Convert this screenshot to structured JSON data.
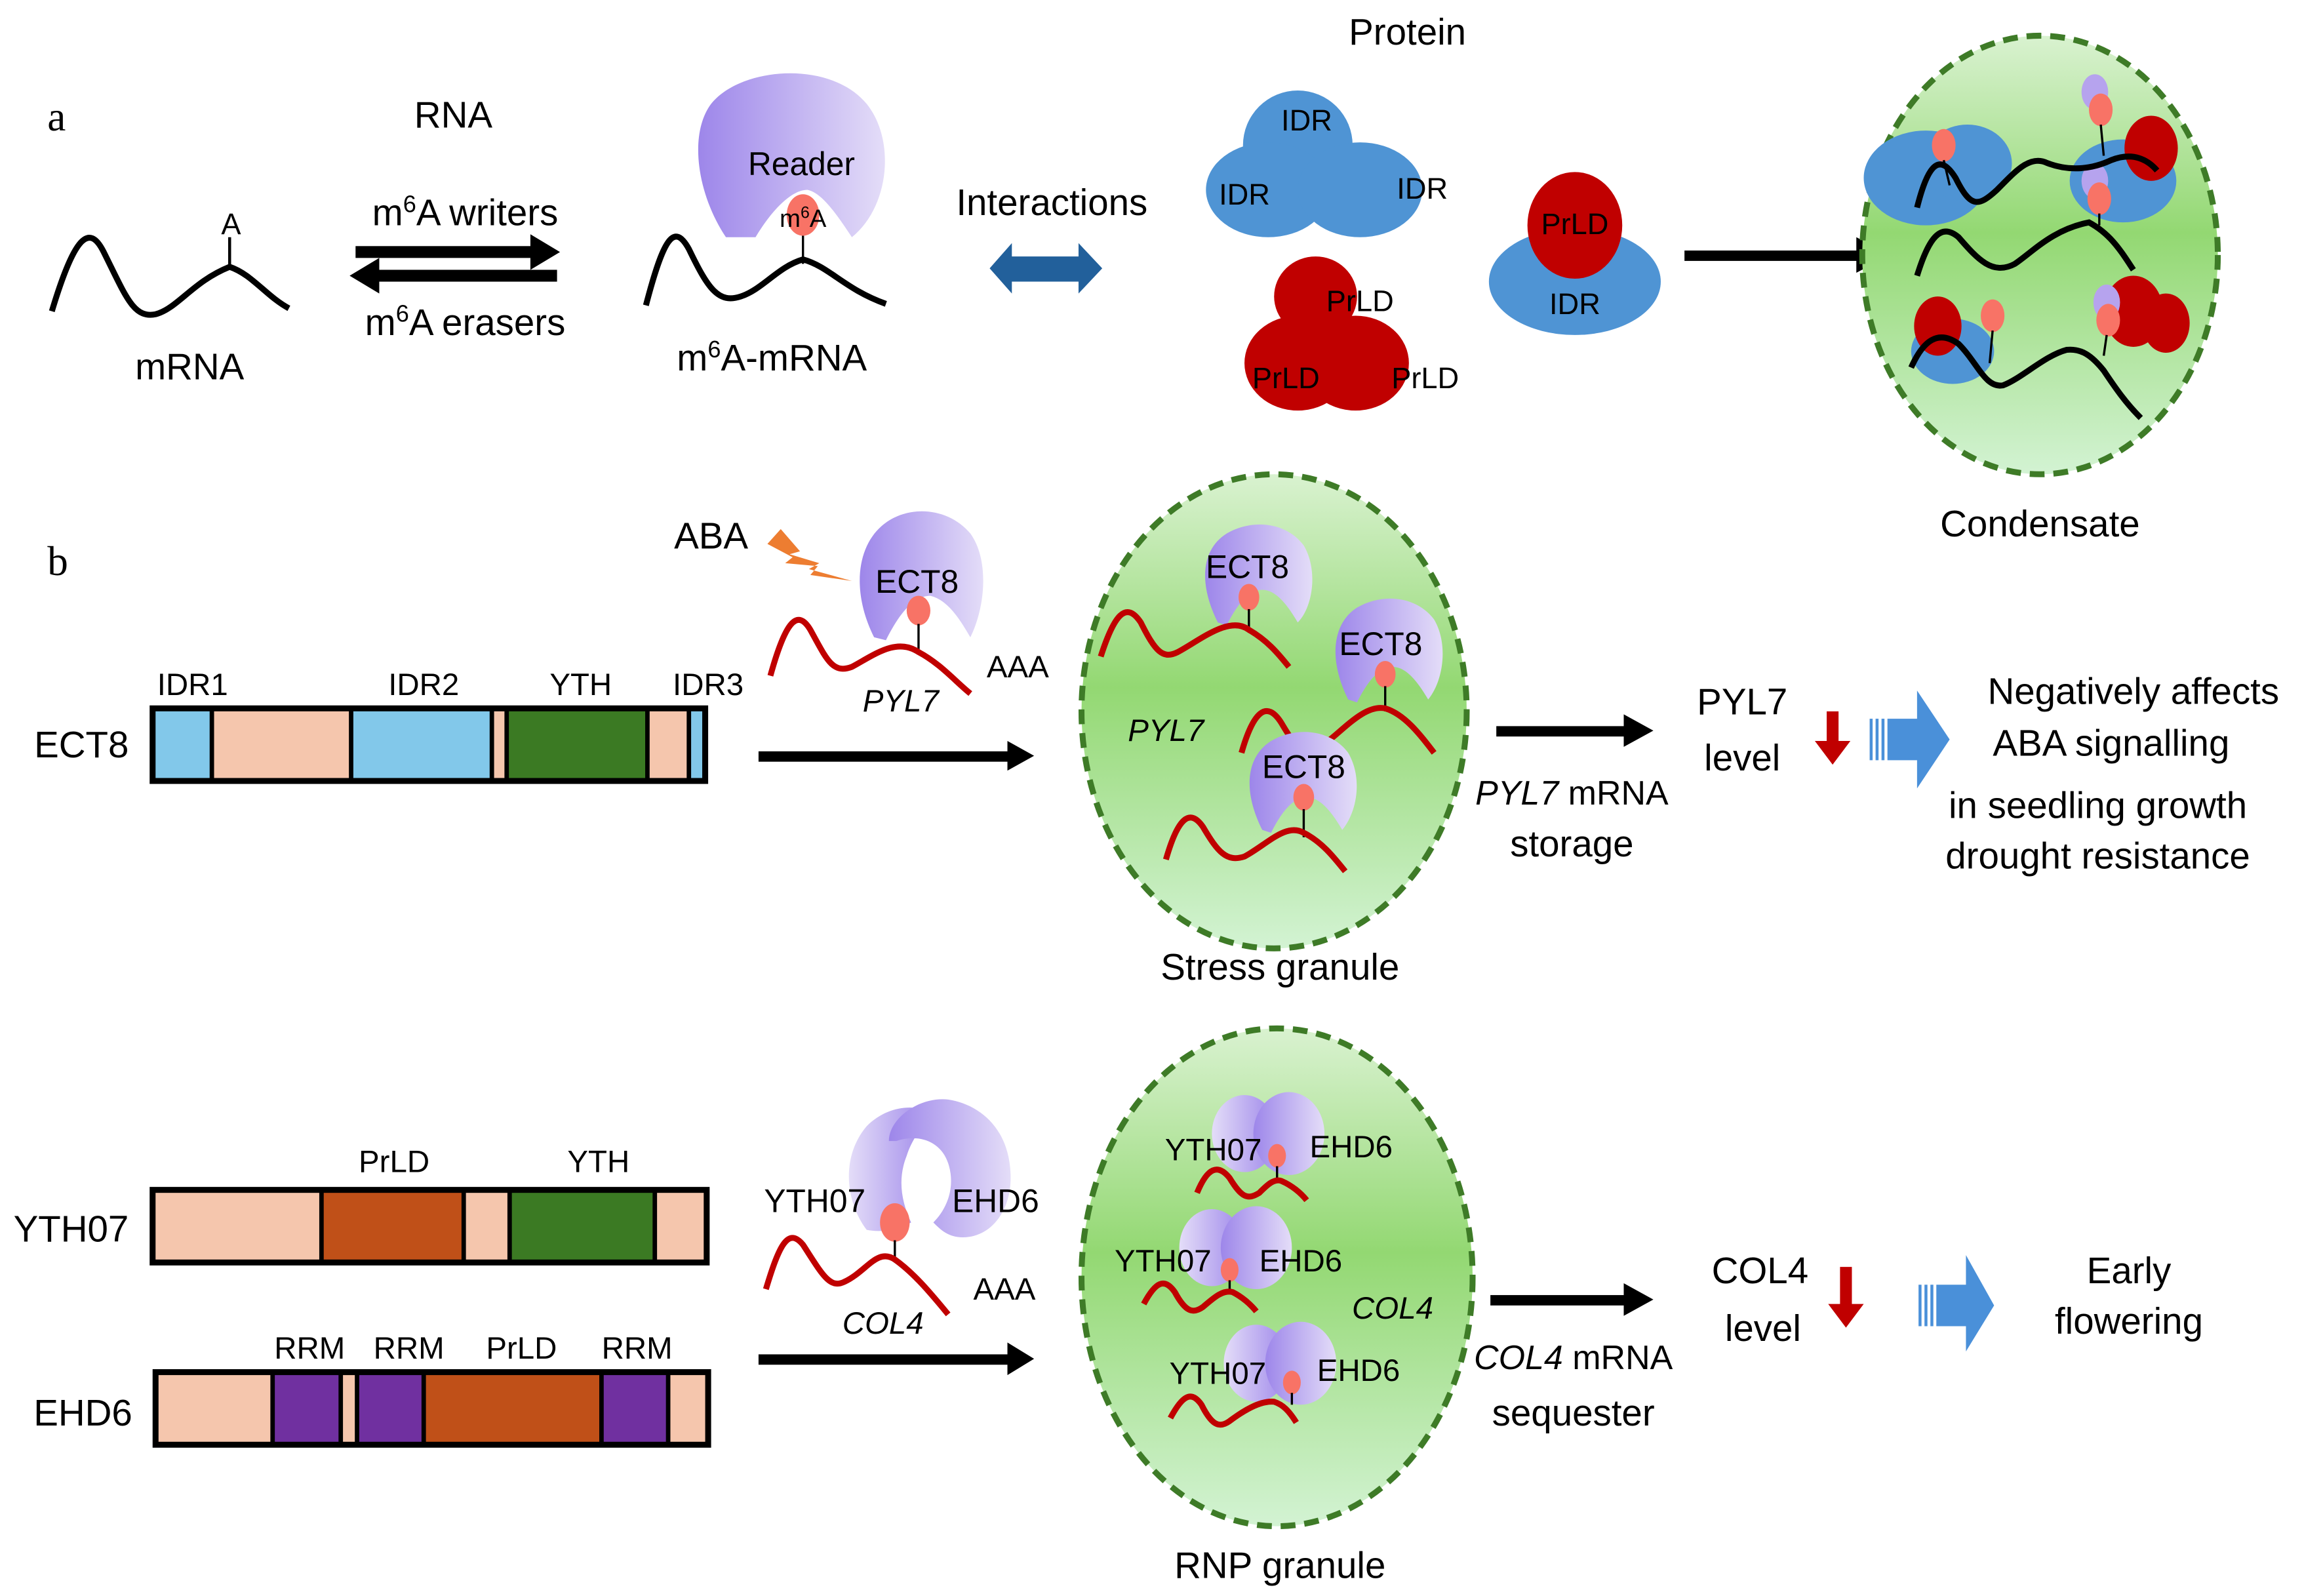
{
  "panel_a": {
    "label": "a",
    "rna_heading": "RNA",
    "protein_heading": "Protein",
    "mrna": {
      "site_label": "A",
      "caption": "mRNA"
    },
    "writers": {
      "prefix": "m",
      "sup": "6",
      "suffix": "A writers"
    },
    "erasers": {
      "prefix": "m",
      "sup": "6",
      "suffix": "A erasers"
    },
    "m6a_mrna": {
      "reader_label": "Reader",
      "mod_prefix": "m",
      "mod_sup": "6",
      "mod_suffix": "A",
      "caption_prefix": "m",
      "caption_sup": "6",
      "caption_suffix": "A-mRNA"
    },
    "interactions_label": "Interactions",
    "idr_cluster": [
      "IDR",
      "IDR",
      "IDR"
    ],
    "prld_cluster": [
      "PrLD",
      "PrLD",
      "PrLD"
    ],
    "prld_idr_pair": {
      "top": "PrLD",
      "bottom": "IDR"
    },
    "condensate_label": "Condensate"
  },
  "panel_b": {
    "label": "b",
    "ect8": {
      "name": "ECT8",
      "domain_labels": [
        "IDR1",
        "IDR2",
        "YTH",
        "IDR3"
      ],
      "stimulus": "ABA",
      "reader_label": "ECT8",
      "transcript": "PYL7",
      "polyA": "AAA",
      "granule_readers": [
        "ECT8",
        "ECT8",
        "ECT8"
      ],
      "granule_transcript": "PYL7",
      "granule_label": "Stress granule",
      "process_italic": "PYL7",
      "process_rest": " mRNA",
      "process_line2": "storage",
      "level_line1": "PYL7",
      "level_line2": "level",
      "outcome": [
        "Negatively affects",
        "ABA signalling",
        "in seedling growth",
        "drought resistance"
      ]
    },
    "yth07": {
      "name": "YTH07",
      "domain_labels": [
        "PrLD",
        "YTH"
      ]
    },
    "ehd6": {
      "name": "EHD6",
      "domain_labels": [
        "RRM",
        "RRM",
        "PrLD",
        "RRM"
      ]
    },
    "complex": {
      "left": "YTH07",
      "right": "EHD6",
      "transcript": "COL4",
      "polyA": "AAA",
      "granule_pairs": [
        [
          "YTH07",
          "EHD6"
        ],
        [
          "YTH07",
          "EHD6"
        ],
        [
          "YTH07",
          "EHD6"
        ]
      ],
      "granule_transcript": "COL4",
      "granule_label": "RNP granule",
      "process_italic": "COL4",
      "process_rest": " mRNA",
      "process_line2": "sequester",
      "level_line1": "COL4",
      "level_line2": "level",
      "outcome": [
        "Early",
        "flowering"
      ]
    }
  },
  "colors": {
    "idr_blue": "#4f94d4",
    "prld_red": "#c00000",
    "m6a_dot": "#f87366",
    "reader_purple": "#a68ee8",
    "granule_green": "#92d36e",
    "granule_border": "#3e7b27",
    "domain_idr": "#82c8ea",
    "domain_linker": "#f5c6ad",
    "domain_yth": "#3b7a23",
    "domain_prld": "#c05018",
    "domain_rrm": "#7030a0",
    "rna_red": "#c00000",
    "down_arrow": "#c00000",
    "outcome_arrow": "#4a90d9",
    "interaction_arrow": "#22609b",
    "aba_bolt": "#ed7d31"
  }
}
